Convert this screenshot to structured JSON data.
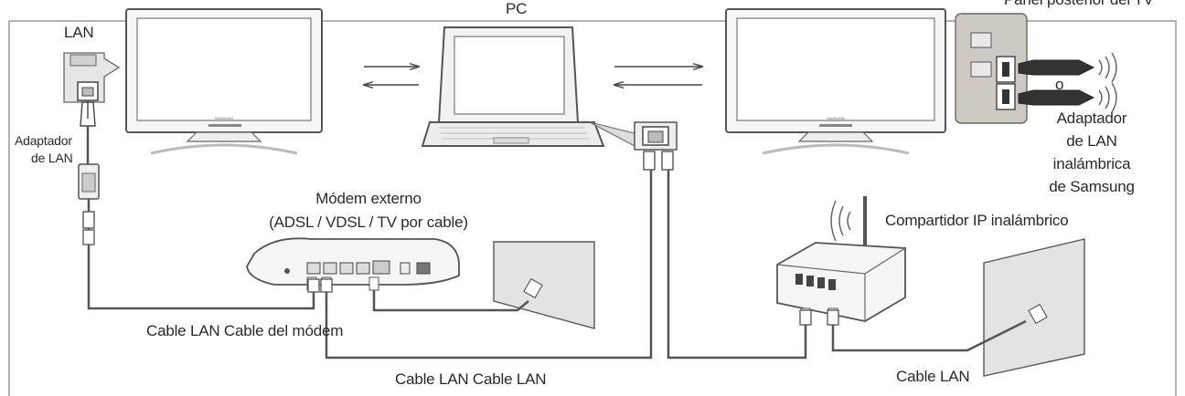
{
  "labels": {
    "top_left": "LAN",
    "top_center": "PC",
    "top_right": "Panel posterior del TV",
    "lan_adapter": [
      "Adaptador",
      "de LAN"
    ],
    "or_text": "o",
    "samsung_adapter": [
      "Adaptador",
      "de LAN",
      "inalámbrica",
      "de Samsung"
    ],
    "modem": [
      "Módem externo",
      "(ADSL / VDSL / TV por cable)"
    ],
    "ip_sharer": "Compartidor IP inalámbrico",
    "cable_left": "Cable LAN Cable del módem",
    "cable_center": "Cable LAN Cable LAN",
    "cable_right": "Cable LAN"
  },
  "tv_brand": "SAMSUNG",
  "colors": {
    "frame": "#9a9a9a",
    "line": "#555555",
    "device_fill": "#f4f4f4",
    "wall_fill": "#e3e3e3",
    "port_panel": "#cfc9c3"
  }
}
